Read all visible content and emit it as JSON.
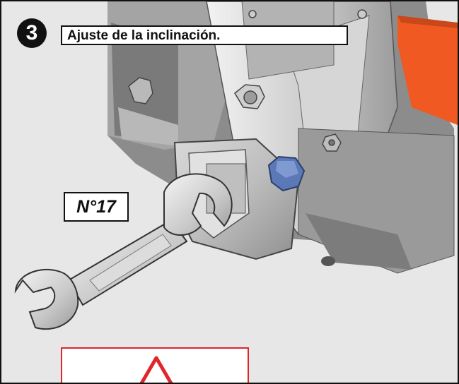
{
  "step": {
    "number": "3",
    "title": "Ajuste de la inclinación."
  },
  "tool": {
    "size_label": "N°17"
  },
  "icons": {
    "illustration": "wrench-adjusting-bolt-icon",
    "warning": "warning-triangle-icon"
  },
  "colors": {
    "accent_orange": "#F05A22",
    "warning_red": "#E1252B",
    "bolt_blue": "#5B79B6",
    "frame_dark": "#111111"
  }
}
